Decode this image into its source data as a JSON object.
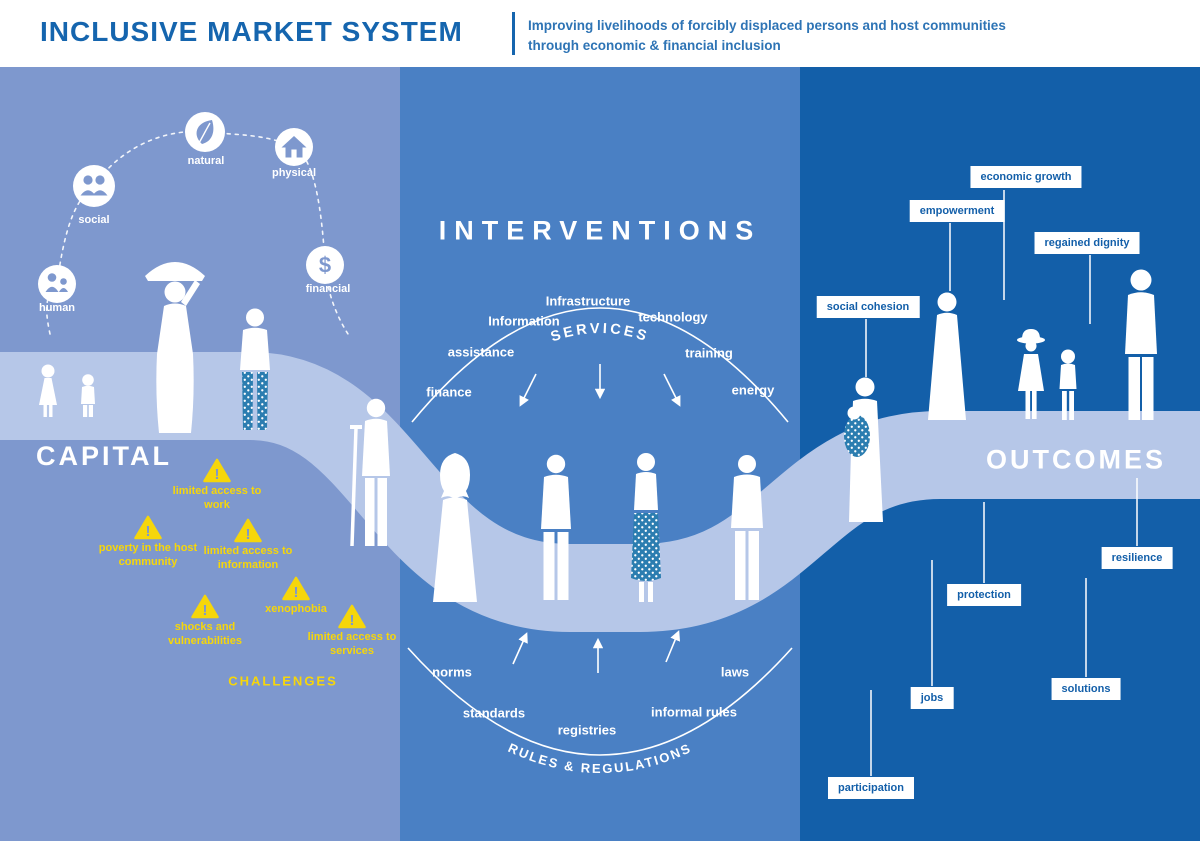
{
  "header": {
    "title": "INCLUSIVE MARKET SYSTEM",
    "subtitle_line1": "Improving livelihoods of forcibly displaced persons and host communities",
    "subtitle_line2": "through economic & financial inclusion"
  },
  "colors": {
    "title_blue": "#1565ae",
    "panel_left": "#7e98ce",
    "panel_middle": "#4a80c4",
    "panel_right": "#135fa9",
    "path_band": "#b6c7e8",
    "challenge_yellow": "#f6d60a",
    "patterned_fabric": "#2b7db0"
  },
  "capital": {
    "heading": "CAPITAL",
    "assets": [
      {
        "label": "human",
        "icon": "family-icon"
      },
      {
        "label": "social",
        "icon": "two-people-icon"
      },
      {
        "label": "natural",
        "icon": "leaf-icon"
      },
      {
        "label": "physical",
        "icon": "house-icon"
      },
      {
        "label": "financial",
        "icon": "dollar-icon",
        "symbol": "$"
      }
    ],
    "challenges_heading": "CHALLENGES",
    "warning_symbol": "!",
    "challenges": [
      "limited access to work",
      "poverty in the host community",
      "limited access to information",
      "xenophobia",
      "shocks and vulnerabilities",
      "limited access to services"
    ]
  },
  "interventions": {
    "heading": "INTERVENTIONS",
    "services_label": "SERVICES",
    "services": [
      "finance",
      "assistance",
      "Information",
      "Infrastructure",
      "technology",
      "training",
      "energy"
    ],
    "rules_label": "RULES & REGULATIONS",
    "rules": [
      "norms",
      "standards",
      "registries",
      "informal rules",
      "laws"
    ]
  },
  "outcomes": {
    "heading": "OUTCOMES",
    "labels": [
      "economic growth",
      "empowerment",
      "regained dignity",
      "social cohesion",
      "resilience",
      "protection",
      "jobs",
      "solutions",
      "participation"
    ]
  }
}
